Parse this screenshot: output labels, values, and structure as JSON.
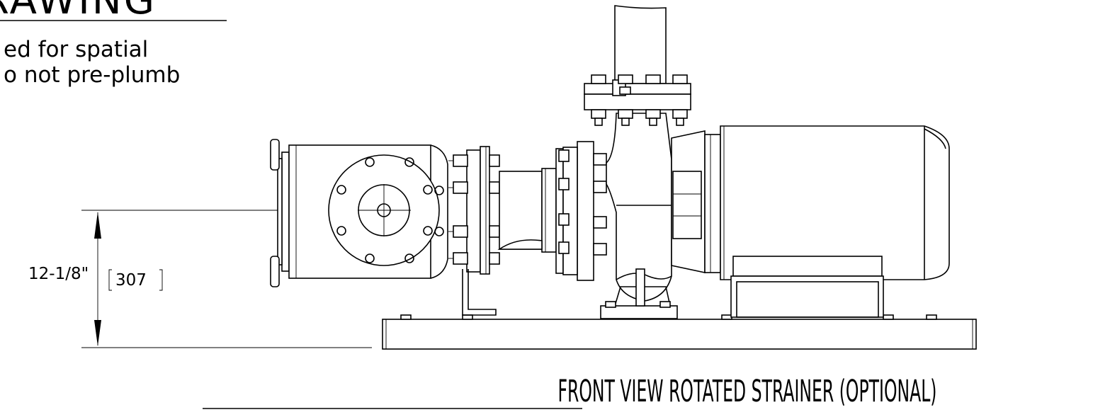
{
  "header": {
    "title_fragment": "RAWING",
    "note_line_1": "ed for spatial",
    "note_line_2": "o not pre-plumb"
  },
  "dimension": {
    "imperial": "12-1/8\"",
    "metric": "307"
  },
  "view_title": "FRONT VIEW ROTATED STRAINER (OPTIONAL)",
  "colors": {
    "ink": "#000000",
    "paper": "#ffffff"
  }
}
